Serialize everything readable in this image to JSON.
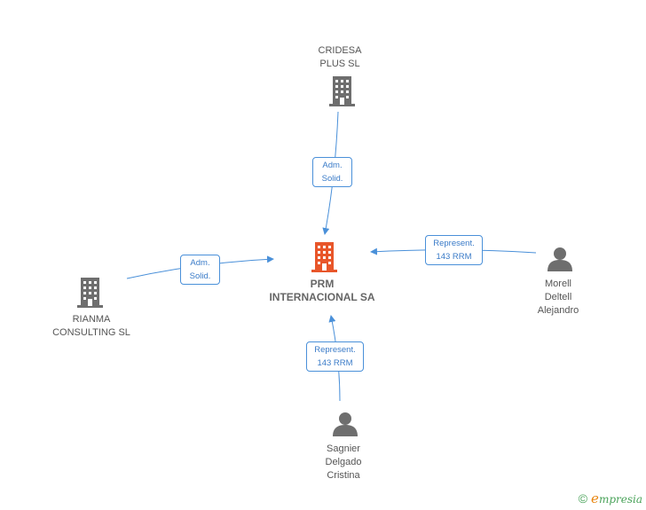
{
  "nodes": {
    "central": {
      "label": "PRM\nINTERNACIONAL SA",
      "type": "company",
      "color": "#e8562a"
    },
    "cridesa": {
      "label": "CRIDESA\nPLUS SL",
      "type": "company",
      "color": "#6e6e6e"
    },
    "rianma": {
      "label": "RIANMA\nCONSULTING SL",
      "type": "company",
      "color": "#6e6e6e"
    },
    "morell": {
      "label": "Morell\nDeltell\nAlejandro",
      "type": "person",
      "color": "#6e6e6e"
    },
    "sagnier": {
      "label": "Sagnier\nDelgado\nCristina",
      "type": "person",
      "color": "#6e6e6e"
    }
  },
  "edges": {
    "cridesa": {
      "label": "Adm.\nSolid."
    },
    "rianma": {
      "label": "Adm.\nSolid."
    },
    "morell": {
      "label": "Represent.\n143 RRM"
    },
    "sagnier": {
      "label": "Represent.\n143 RRM"
    }
  },
  "edge_color": "#4a90d9",
  "footer": {
    "copyright": "©",
    "brand_initial": "e",
    "brand_rest": "mpresia"
  }
}
